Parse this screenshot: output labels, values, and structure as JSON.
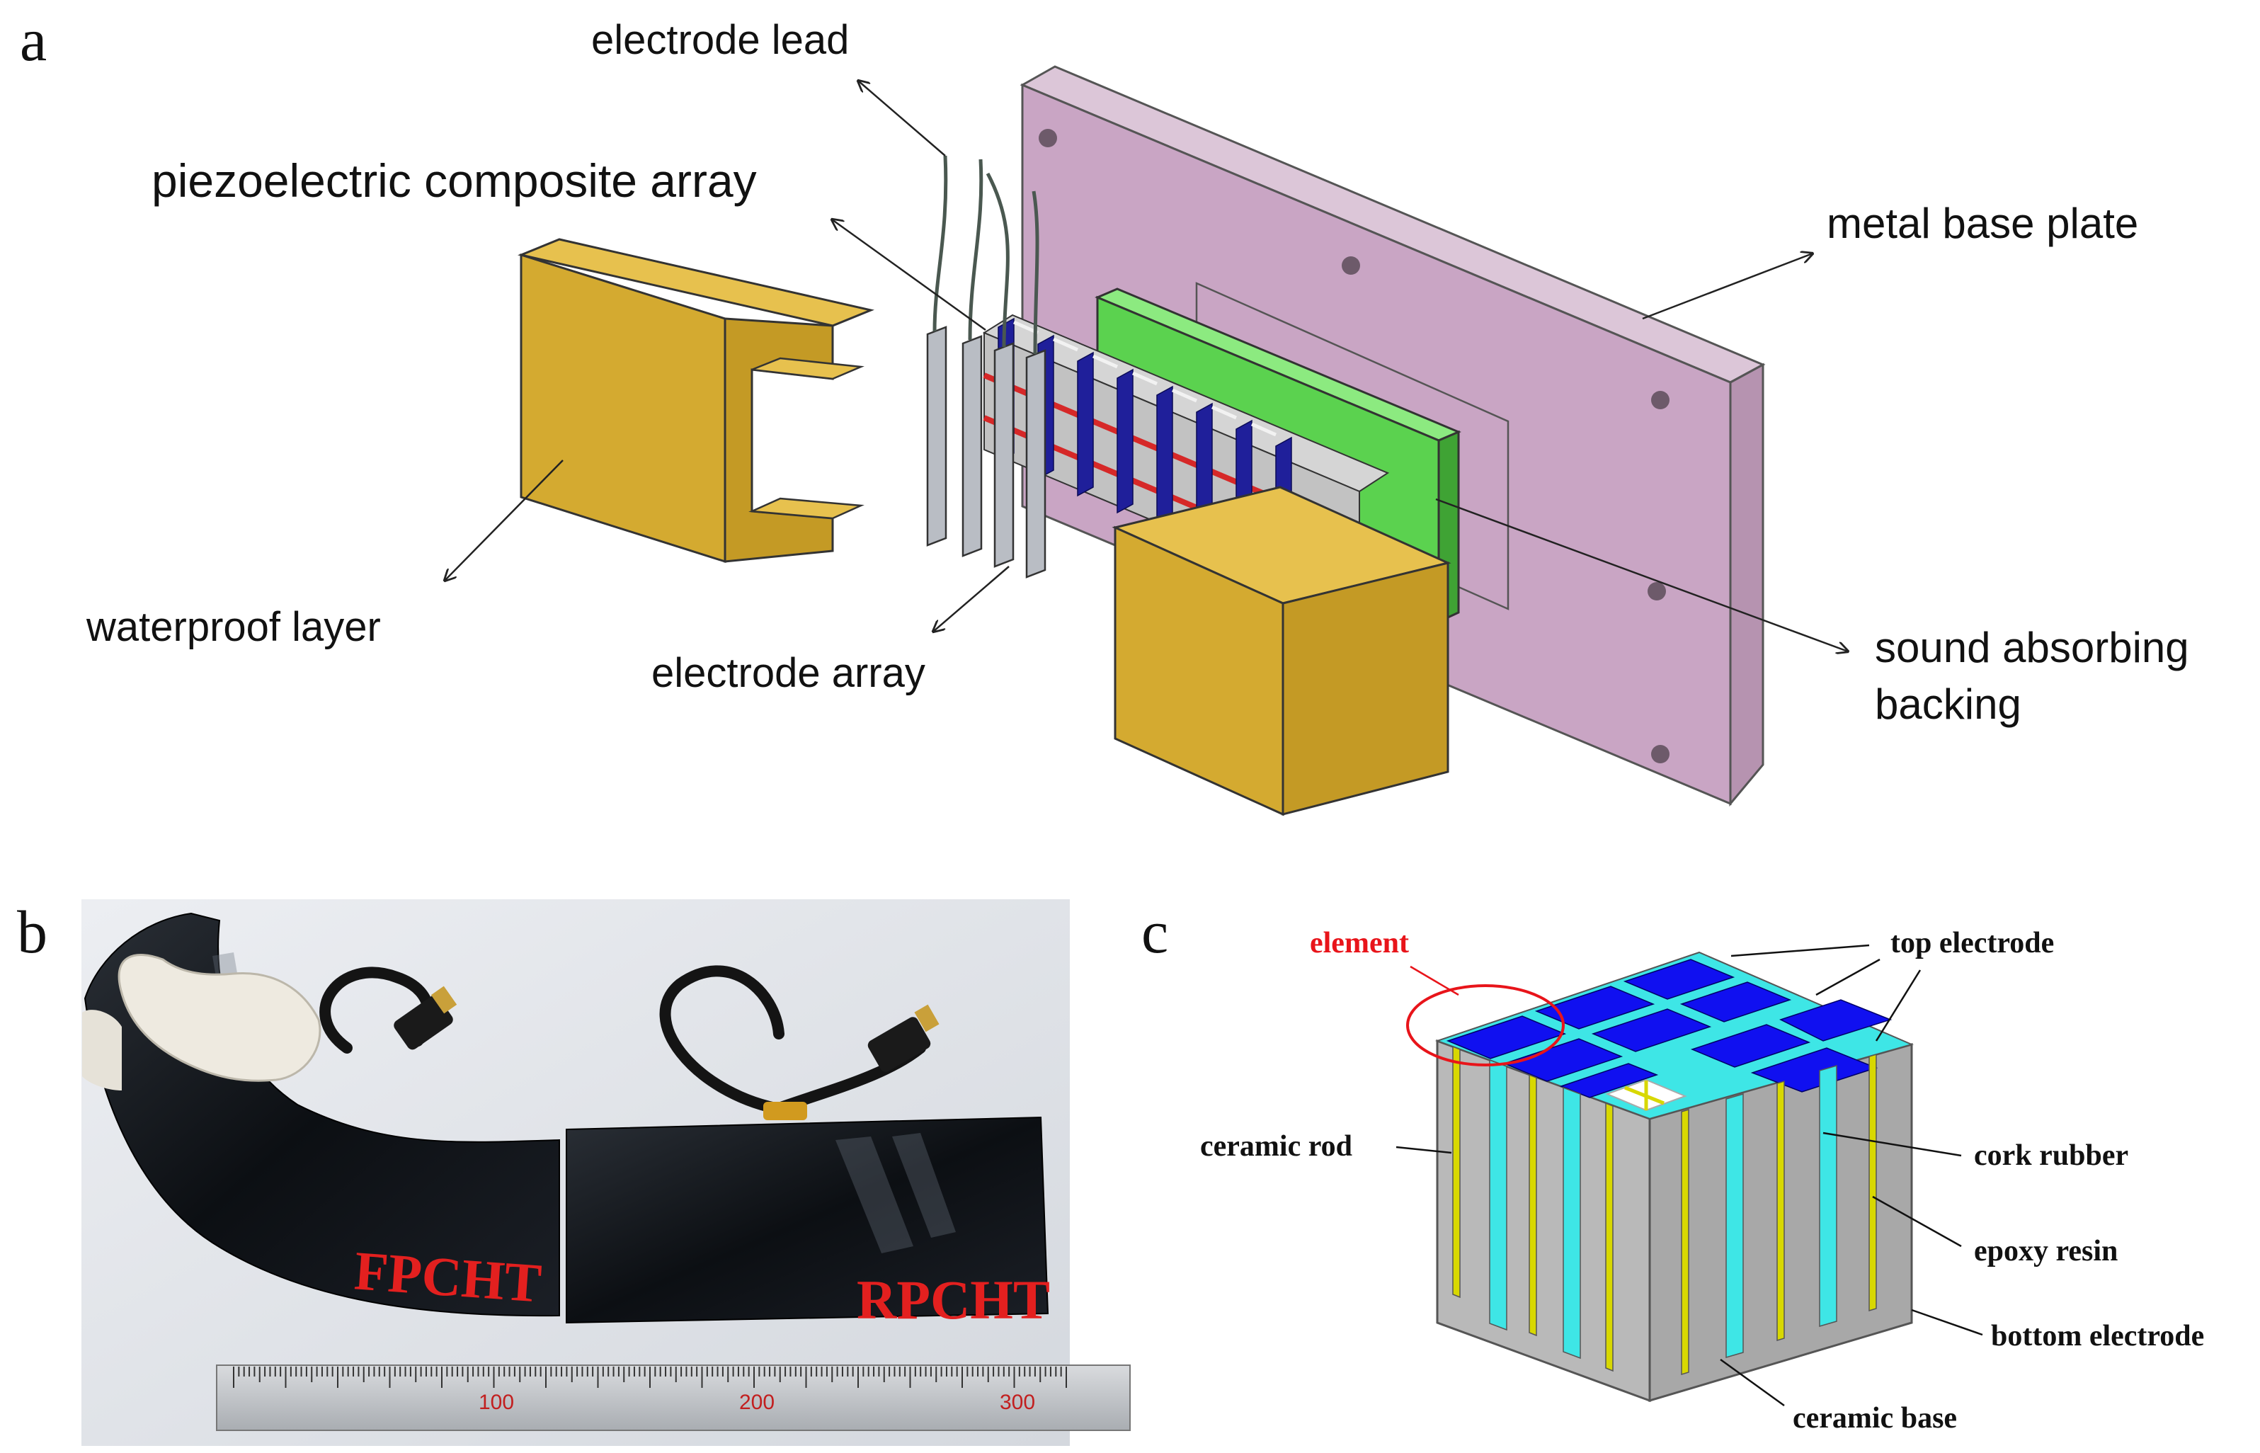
{
  "panel_a": {
    "letter": "a",
    "labels": {
      "electrode_lead": "electrode lead",
      "piezo_array": "piezoelectric composite array",
      "metal_base_plate": "metal base plate",
      "waterproof_layer": "waterproof layer",
      "electrode_array": "electrode array",
      "sound_absorbing_1": "sound absorbing",
      "sound_absorbing_2": "backing"
    }
  },
  "panel_b": {
    "letter": "b",
    "label_flexible": "FPCHT",
    "label_rigid": "RPCHT",
    "ruler_marks": [
      "100",
      "200",
      "300"
    ]
  },
  "panel_c": {
    "letter": "c",
    "labels": {
      "element": "element",
      "top_electrode": "top electrode",
      "ceramic_rod": "ceramic rod",
      "cork_rubber": "cork rubber",
      "epoxy_resin": "epoxy resin",
      "bottom_electrode": "bottom electrode",
      "ceramic_base": "ceramic base"
    }
  },
  "colors": {
    "gold": "#d4aa30",
    "purple": "#c9a5c4",
    "green": "#5bd24f",
    "navy": "#1f1f9a",
    "red_stripe": "#d62828",
    "electrode_blue": "#1010f0",
    "cyan": "#3ee6e6",
    "yellow_rod": "#d8d800",
    "ceramic_grey": "#b9b9b9",
    "annotation_red": "#e8141a"
  }
}
